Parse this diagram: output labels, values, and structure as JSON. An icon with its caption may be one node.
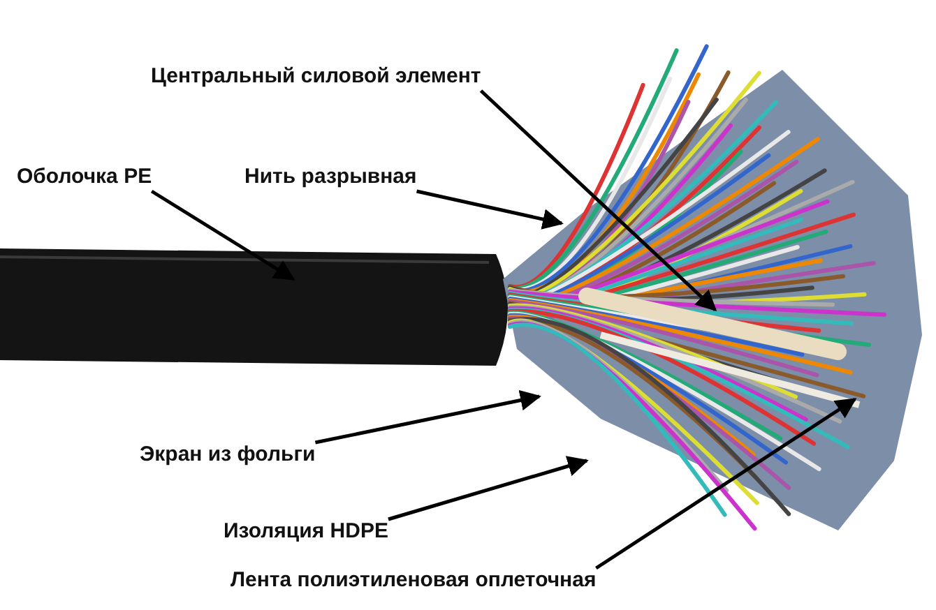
{
  "diagram": {
    "nodes": [
      {
        "text": [
          "Центральный силовой элемент"
        ]
      },
      {
        "text": [
          "Оболочка PE"
        ]
      },
      {
        "text": [
          "Нить разрывная"
        ]
      },
      {
        "text": [
          "Экран из фольги"
        ]
      },
      {
        "text": [
          "Изоляция HDPE"
        ]
      },
      {
        "text": [
          "Лента полиэтиленовая оплеточная"
        ]
      }
    ],
    "edges": [
      {
        "from": 0,
        "to": null,
        "arrow": "to"
      },
      {
        "from": 1,
        "to": null,
        "arrow": "to"
      },
      {
        "from": 2,
        "to": null,
        "arrow": "to"
      },
      {
        "from": 3,
        "to": null,
        "arrow": "to"
      },
      {
        "from": 4,
        "to": null,
        "arrow": "to"
      },
      {
        "from": 5,
        "to": null,
        "arrow": "to"
      }
    ]
  }
}
